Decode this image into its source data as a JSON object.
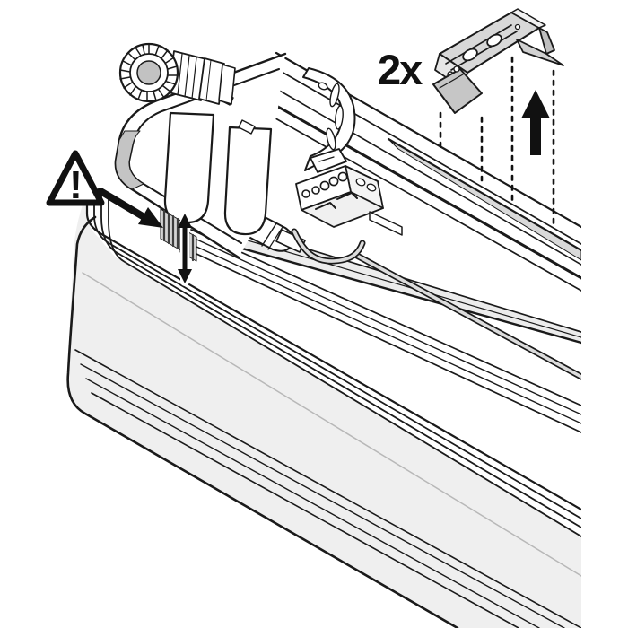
{
  "illustration": {
    "quantity_label": "2x",
    "warning_mark": "!",
    "colors": {
      "line": "#1a1a1a",
      "bracket_gray": "#d8d8d8",
      "bracket_tab_gray": "#c6c6c6",
      "mount_strip_gray": "#d9d9d9",
      "flange_gray": "#ececec",
      "diffuser_gray": "#efefef",
      "gland_core_gray": "#c2c2c2",
      "latch_gray": "#d4d4d4",
      "rib_dark": "#3d3d3d",
      "cable_gray": "#dcdcdc",
      "highlight_line_gray": "#b8b8b8"
    },
    "icons": [
      {
        "name": "warning-triangle-icon",
        "meaning": "caution"
      },
      {
        "name": "press-direction-arrow-icon",
        "meaning": "push clip toward latch"
      },
      {
        "name": "adjust-double-arrow-icon",
        "meaning": "latch moves up/down"
      },
      {
        "name": "insert-up-arrow-icon",
        "meaning": "clip mounts upward"
      },
      {
        "name": "dashed-alignment-guides",
        "meaning": "clip alignment to housing"
      }
    ],
    "parts": [
      "mounting-clip",
      "luminaire-housing",
      "end-cap",
      "cable-gland",
      "spring-cable-clamp",
      "terminal-block",
      "inline-connector",
      "supply-cable",
      "retainer-latch",
      "diffuser-tray"
    ]
  }
}
